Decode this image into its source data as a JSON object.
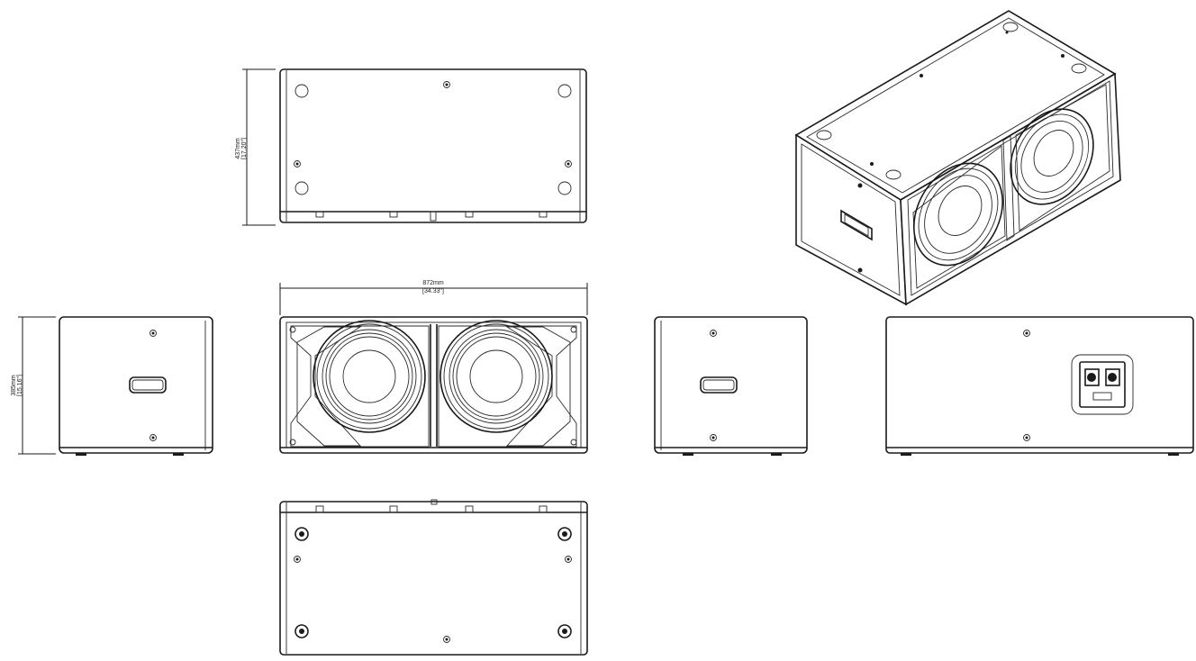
{
  "dimensions": {
    "top_depth": {
      "metric": "437mm",
      "imperial": "[17.20\"]"
    },
    "front_width": {
      "metric": "872mm",
      "imperial": "[34.33\"]"
    },
    "side_height": {
      "metric": "385mm",
      "imperial": "[15.16\"]"
    }
  }
}
